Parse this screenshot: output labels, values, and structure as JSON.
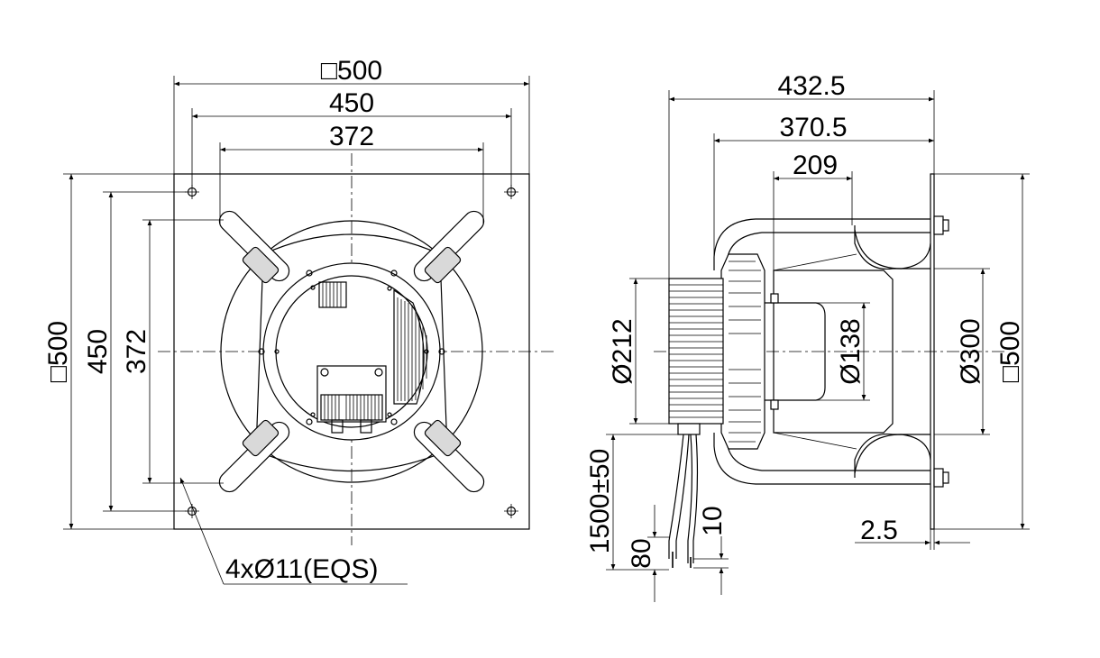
{
  "front_view": {
    "width_label": "□500",
    "hole_spacing_label": "450",
    "strut_spacing_label": "372",
    "height_label": "□500",
    "hole_spacing_v_label": "450",
    "strut_spacing_v_label": "372",
    "holes_label": "4xØ11(EQS)"
  },
  "side_view": {
    "overall_depth_label": "432.5",
    "mid_depth_label": "370.5",
    "inner_depth_label": "209",
    "motor_dia_label": "Ø212",
    "hub_dia_label": "Ø138",
    "inlet_dia_label": "Ø300",
    "plate_label": "□500",
    "cable_length_label": "1500±50",
    "cable_strip_label": "80",
    "wire_strip_label": "10",
    "plate_thickness_label": "2.5"
  }
}
